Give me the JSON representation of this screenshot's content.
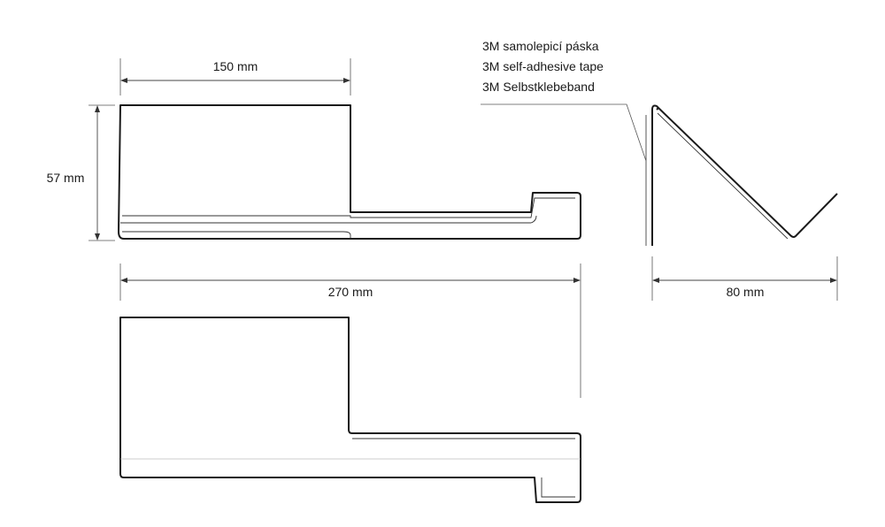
{
  "dimensions": {
    "top_width": "150 mm",
    "height": "57 mm",
    "total_length": "270 mm",
    "depth": "80 mm"
  },
  "tape_label": {
    "line_cs": "3M samolepicí páska",
    "line_en": "3M self-adhesive tape",
    "line_de": "3M Selbstklebeband"
  },
  "colors": {
    "stroke": "#1a1a1a",
    "background": "#ffffff"
  }
}
